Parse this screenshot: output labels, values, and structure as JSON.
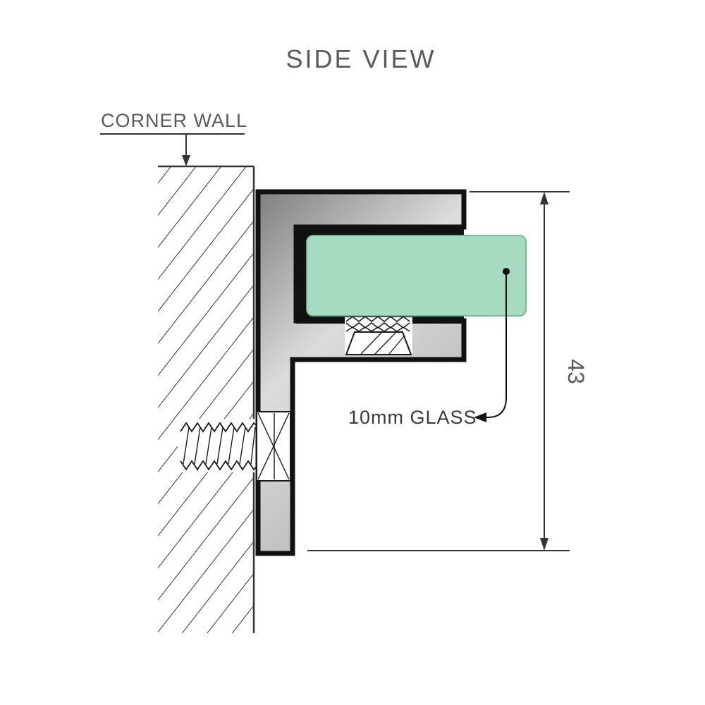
{
  "diagram": {
    "title": "SIDE VIEW",
    "wall_label": "CORNER WALL",
    "glass_label": "10mm GLASS",
    "dimension_value": "43"
  },
  "colors": {
    "glass_fill": "#a6dbc2",
    "glass_edge": "#74b093",
    "metal_light": "#dcdcdc",
    "metal_mid": "#b3b3b3",
    "metal_dark": "#7f7f7f",
    "outline": "#111111",
    "line": "#333333",
    "text_gray": "#5a5a5a",
    "text_dark": "#3a3a3a"
  }
}
